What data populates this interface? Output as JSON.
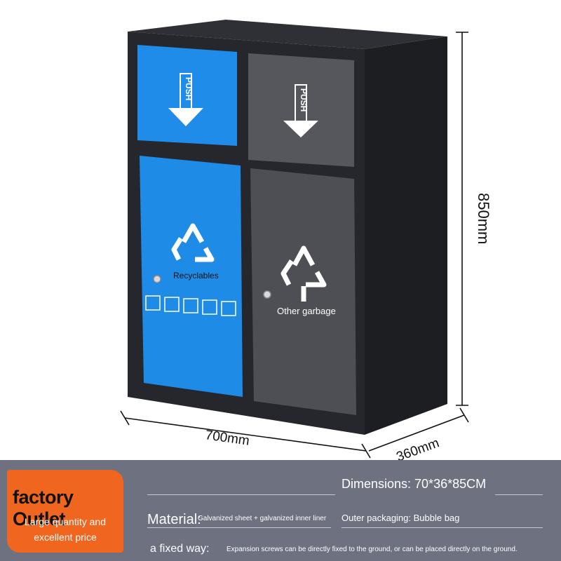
{
  "product": {
    "push_label": "PUSH",
    "labels": {
      "recyclables": "Recyclables",
      "other": "Other garbage"
    },
    "dimensions": {
      "width": "700mm",
      "depth": "360mm",
      "height": "850mm"
    },
    "colors": {
      "frame": "#232428",
      "blue": "#1f8cea",
      "grey": "#4e4f55",
      "white": "#ffffff"
    },
    "icons": [
      "recycle-icon",
      "push-arrow-icon",
      "lock-icon",
      "category-icons"
    ]
  },
  "banner": {
    "badge_title": "factory Outlet",
    "badge_line1": "Large quantity and",
    "badge_line2": "excellent price",
    "dimensions_label": "Dimensions: 70*36*85CM",
    "material_label": "Material:",
    "material_value": "Galvanized sheet + galvanized inner liner",
    "packaging": "Outer packaging: Bubble bag",
    "fixed_label": "a fixed way:",
    "fixed_value": "Expansion screws can be directly fixed to the ground, or can be placed directly on the ground.",
    "colors": {
      "panel": "#6d7180",
      "badge": "#f0661f"
    }
  }
}
